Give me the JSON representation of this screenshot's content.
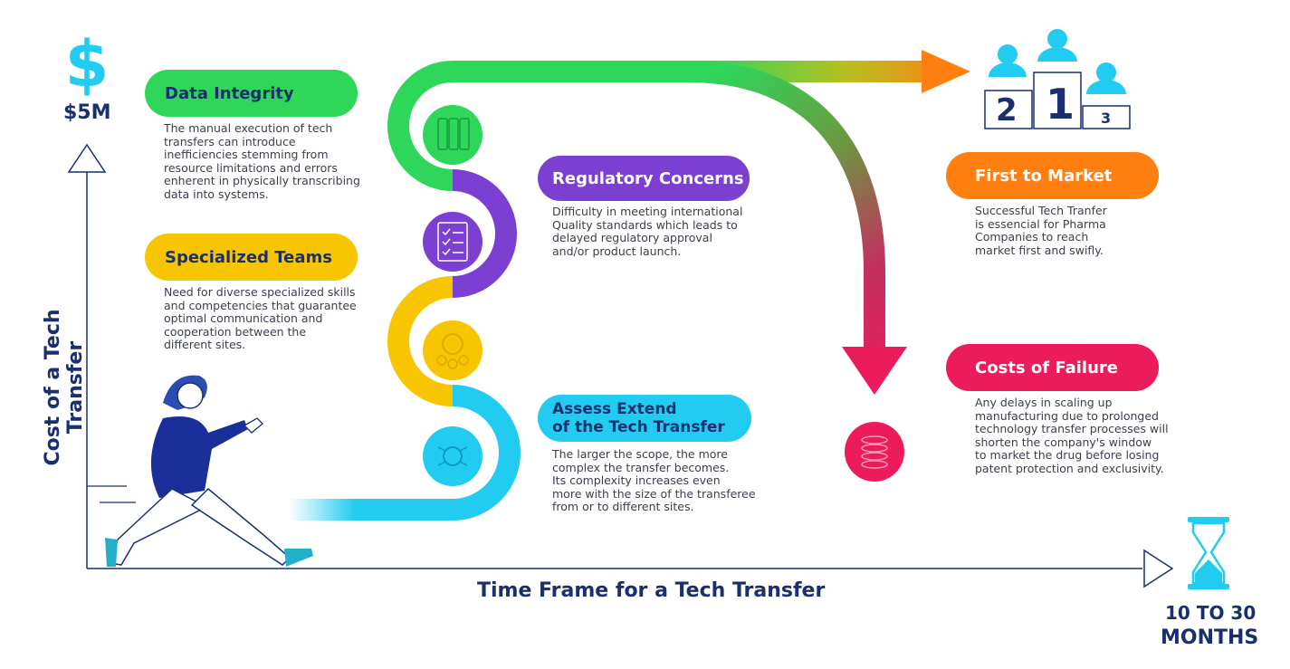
{
  "y_axis": {
    "label": "Cost of a Tech Transfer",
    "max_value": "$5M",
    "icon": "dollar-icon"
  },
  "x_axis": {
    "label": "Time Frame for a Tech Transfer",
    "end_value_line1": "10 TO 30",
    "end_value_line2": "MONTHS",
    "icon": "hourglass-icon"
  },
  "left_items": [
    {
      "title": "Data Integrity",
      "color": "#2ed65a",
      "text": "The manual execution of tech\ntransfers can introduce\ninefficiencies stemming from\nresource limitations and errors\nenherent in physically transcribing\ndata into systems."
    },
    {
      "title": "Specialized Teams",
      "color": "#f7c600",
      "text": "Need for diverse specialized skills\nand competencies that guarantee\noptimal communication and\ncooperation between the\ndifferent sites."
    }
  ],
  "middle_items": [
    {
      "title": "Regulatory Concerns",
      "color": "#7b3fd1",
      "text": "Difficulty in meeting international\nQuality standards which leads to\ndelayed regulatory approval\nand/or product launch."
    },
    {
      "title_line1": "Assess Extend",
      "title_line2": "of the Tech Transfer",
      "color": "#22ccf0",
      "text": "The larger the scope, the more\ncomplex the transfer becomes.\nIts complexity increases even\nmore with the size of the transferee\nfrom or to different sites."
    }
  ],
  "right_items": [
    {
      "title": "First to Market",
      "color": "#ff7f11",
      "text": "Successful Tech Tranfer\nis essencial for Pharma\nCompanies to reach\nmarket first and swifly."
    },
    {
      "title": "Costs of Failure",
      "color": "#ec1c5c",
      "text": "Any delays in scaling up\nmanufacturing due to prolonged\ntechnology transfer processes will\nshorten the company's window\nto market the drug before losing\npatent protection and exclusivity."
    }
  ],
  "podium": {
    "places": [
      "2",
      "1",
      "3"
    ]
  },
  "icons": [
    "binders-icon",
    "checklist-icon",
    "team-gear-icon",
    "network-gear-icon",
    "coins-icon",
    "runner-illustration",
    "podium-icon"
  ]
}
